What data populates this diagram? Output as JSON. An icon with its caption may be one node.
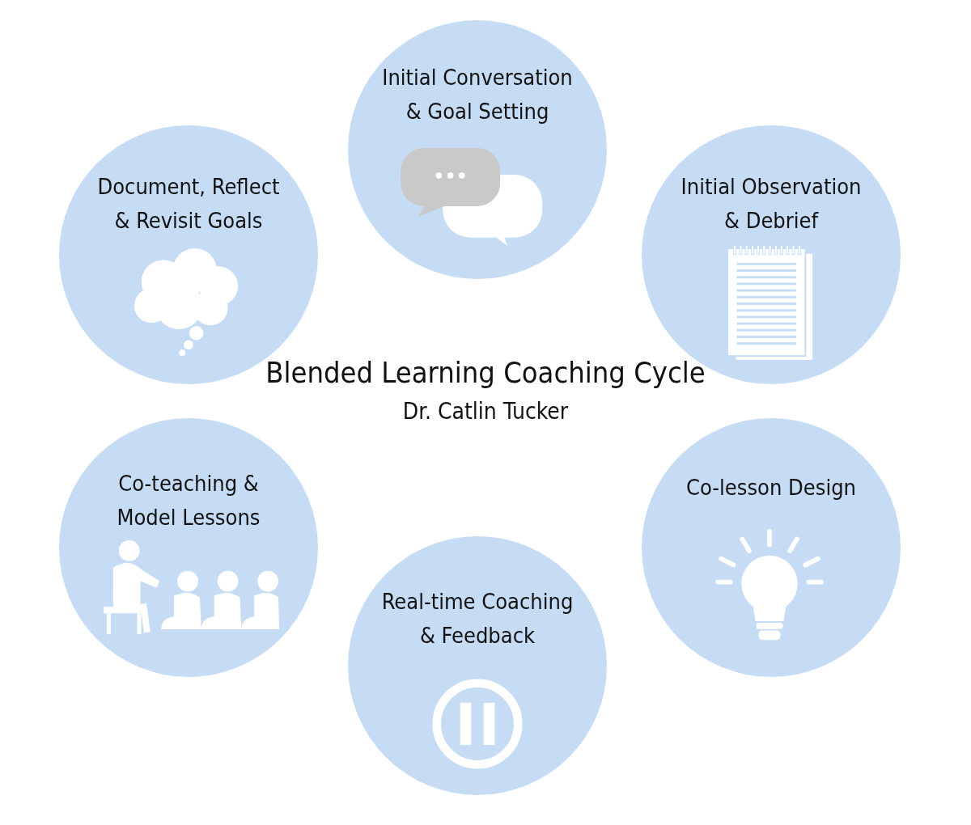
{
  "diagram": {
    "title": "Blended Learning Coaching Cycle",
    "nodes": [
      {
        "text": [
          "Initial Conversation & Goal Setting"
        ]
      },
      {
        "text": [
          "Document, Reflect & Revisit Goals"
        ]
      },
      {
        "text": [
          "Initial Observation & Debrief"
        ]
      },
      {
        "text": [
          "Co-teaching & Model Lessons"
        ]
      },
      {
        "text": [
          "Co-lesson Design"
        ]
      },
      {
        "text": [
          "Real-time Coaching & Feedback"
        ]
      }
    ],
    "edges": [],
    "labels": [
      "Dr. Catlin Tucker"
    ]
  }
}
